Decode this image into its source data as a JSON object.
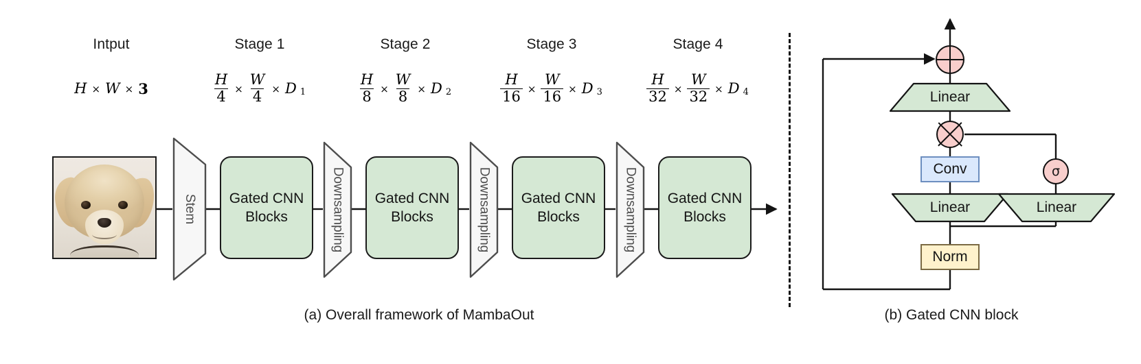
{
  "figure": {
    "panel_a": {
      "caption": "(a) Overall framework of MambaOut",
      "columns": [
        {
          "title": "Intput",
          "dims": {
            "kind": "plain",
            "h": "H",
            "w": "W",
            "c": "3"
          }
        },
        {
          "title": "Stage 1",
          "dims": {
            "kind": "frac",
            "h_num": "H",
            "h_den": "4",
            "w_num": "W",
            "w_den": "4",
            "c": "D",
            "c_sub": "1"
          }
        },
        {
          "title": "Stage 2",
          "dims": {
            "kind": "frac",
            "h_num": "H",
            "h_den": "8",
            "w_num": "W",
            "w_den": "8",
            "c": "D",
            "c_sub": "2"
          }
        },
        {
          "title": "Stage 3",
          "dims": {
            "kind": "frac",
            "h_num": "H",
            "h_den": "16",
            "w_num": "W",
            "w_den": "16",
            "c": "D",
            "c_sub": "3"
          }
        },
        {
          "title": "Stage 4",
          "dims": {
            "kind": "frac",
            "h_num": "H",
            "h_den": "32",
            "w_num": "W",
            "w_den": "32",
            "c": "D",
            "c_sub": "4"
          }
        }
      ],
      "input_image_alt": "puppy-photo",
      "stem_label": "Stem",
      "downsampling_label": "Downsampling",
      "block_label_line1": "Gated CNN",
      "block_label_line2": "Blocks",
      "times_symbol": "×"
    },
    "panel_b": {
      "caption": "(b) Gated CNN block",
      "nodes": {
        "add": "⊕",
        "mul": "⊗",
        "sigma": "σ",
        "linear_top": "Linear",
        "linear_left": "Linear",
        "linear_right": "Linear",
        "conv": "Conv",
        "norm": "Norm"
      }
    }
  },
  "colors": {
    "block_green": "#d5e8d4",
    "conv_blue": "#dae8fc",
    "norm_cream": "#fff2cc",
    "circle_pink": "#f8cecc",
    "trapezoid_white": "#f7f7f7",
    "stroke_dark": "#141414",
    "stroke_gray": "#4d4d4d",
    "background": "#ffffff"
  }
}
